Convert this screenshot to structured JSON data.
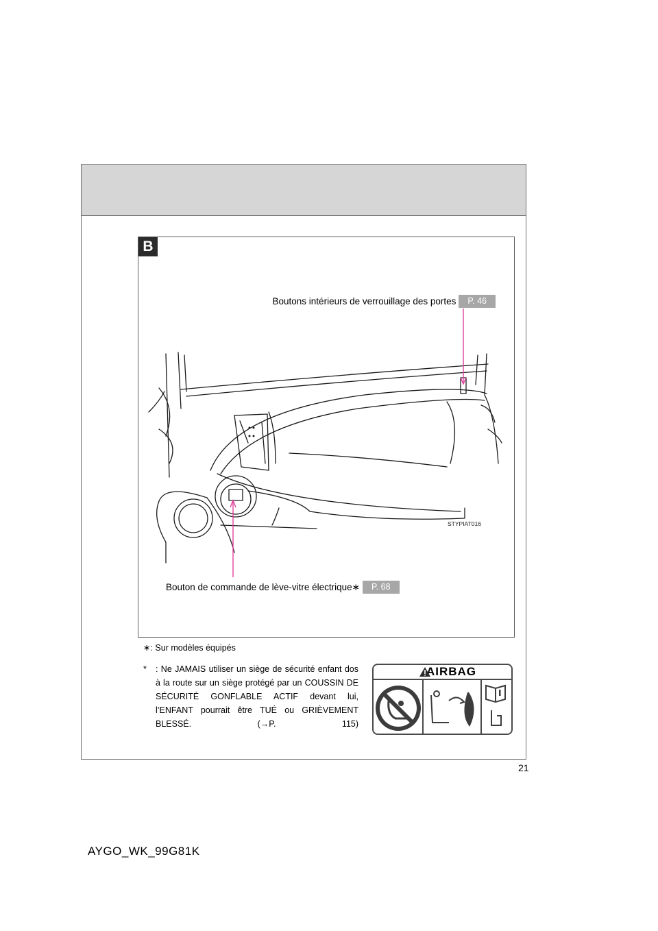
{
  "section_badge": "B",
  "callouts": {
    "door_lock": {
      "label": "Boutons intérieurs de verrouillage des portes",
      "page_ref": "P. 46"
    },
    "window": {
      "label": "Bouton de commande de lève-vitre électrique",
      "marker": "∗",
      "page_ref": "P. 68"
    }
  },
  "illustration_code": "STYPIAT016",
  "footnote": {
    "marker": "∗",
    "text": ": Sur modèles équipés"
  },
  "warning": {
    "marker": "*",
    "text": ": Ne JAMAIS utiliser un siège de sécurité enfant dos à la route sur un siège protégé par un COUSSIN DE SÉCURITÉ GONFLABLE ACTIF devant lui, l’ENFANT pourrait être TUÉ ou GRIÈVEMENT BLESSÉ. (",
    "arrow": "→",
    "ref": "P. 115)"
  },
  "airbag_label": {
    "word": "AIRBAG"
  },
  "colors": {
    "callout_line": "#e0409a",
    "page_ref_bg": "#a7a7a7",
    "header_bg": "#d6d6d6"
  },
  "page_number": "21",
  "doc_code": "AYGO_WK_99G81K"
}
